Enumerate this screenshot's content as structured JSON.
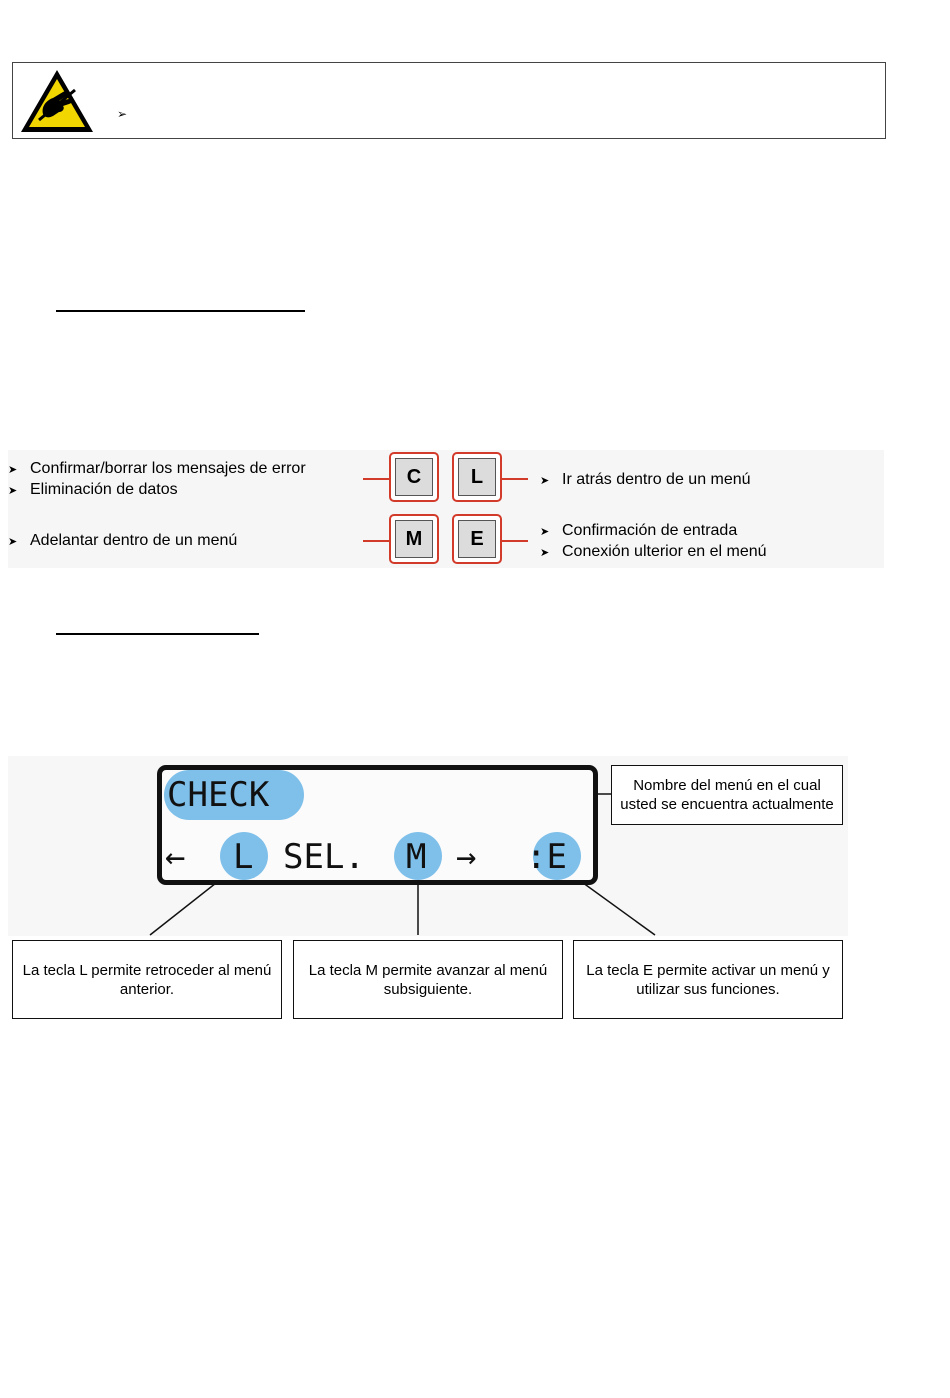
{
  "warning": {
    "icon": "esd-warning-icon",
    "bullet": "➢",
    "text": ""
  },
  "keys": {
    "bullet": "➤",
    "left_top": [
      "Confirmar/borrar los mensajes de error",
      "Eliminación de datos"
    ],
    "left_bottom": [
      "Adelantar dentro de un menú"
    ],
    "right_top": [
      "Ir atrás dentro de un menú"
    ],
    "right_bottom": [
      "Confirmación de entrada",
      "Conexión ulterior en el menú"
    ],
    "labels": [
      "C",
      "L",
      "M",
      "E"
    ],
    "accent": "#d23a2a"
  },
  "display": {
    "line1": "CHECK",
    "line2_left_arrow": "←",
    "line2_L": "L",
    "line2_sel": "SEL.",
    "line2_M": "M",
    "line2_right_arrow": "→",
    "line2_E": ":E",
    "highlight_color": "#7fc0ea",
    "callout_menu": "Nombre del menú en el cual usted se encuentra actualmente",
    "callout_L": "La tecla L permite retroceder al menú anterior.",
    "callout_M": "La tecla M permite avanzar al menú subsiguiente.",
    "callout_E": "La tecla E permite activar un menú y utilizar sus funciones."
  }
}
